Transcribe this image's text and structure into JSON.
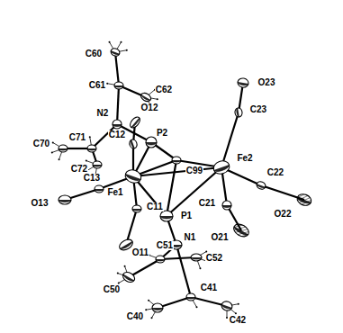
{
  "diagram": {
    "labels": [
      "C60",
      "C61",
      "C62",
      "N2",
      "O12",
      "C70",
      "C71",
      "C12",
      "P2",
      "O23",
      "C72",
      "C23",
      "C99",
      "Fe1",
      "Fe2",
      "C22",
      "O13",
      "C13",
      "O22",
      "C11",
      "P1",
      "C21",
      "N1",
      "O11",
      "C51",
      "C50",
      "C52",
      "O21",
      "C40",
      "C41",
      "C42"
    ]
  }
}
